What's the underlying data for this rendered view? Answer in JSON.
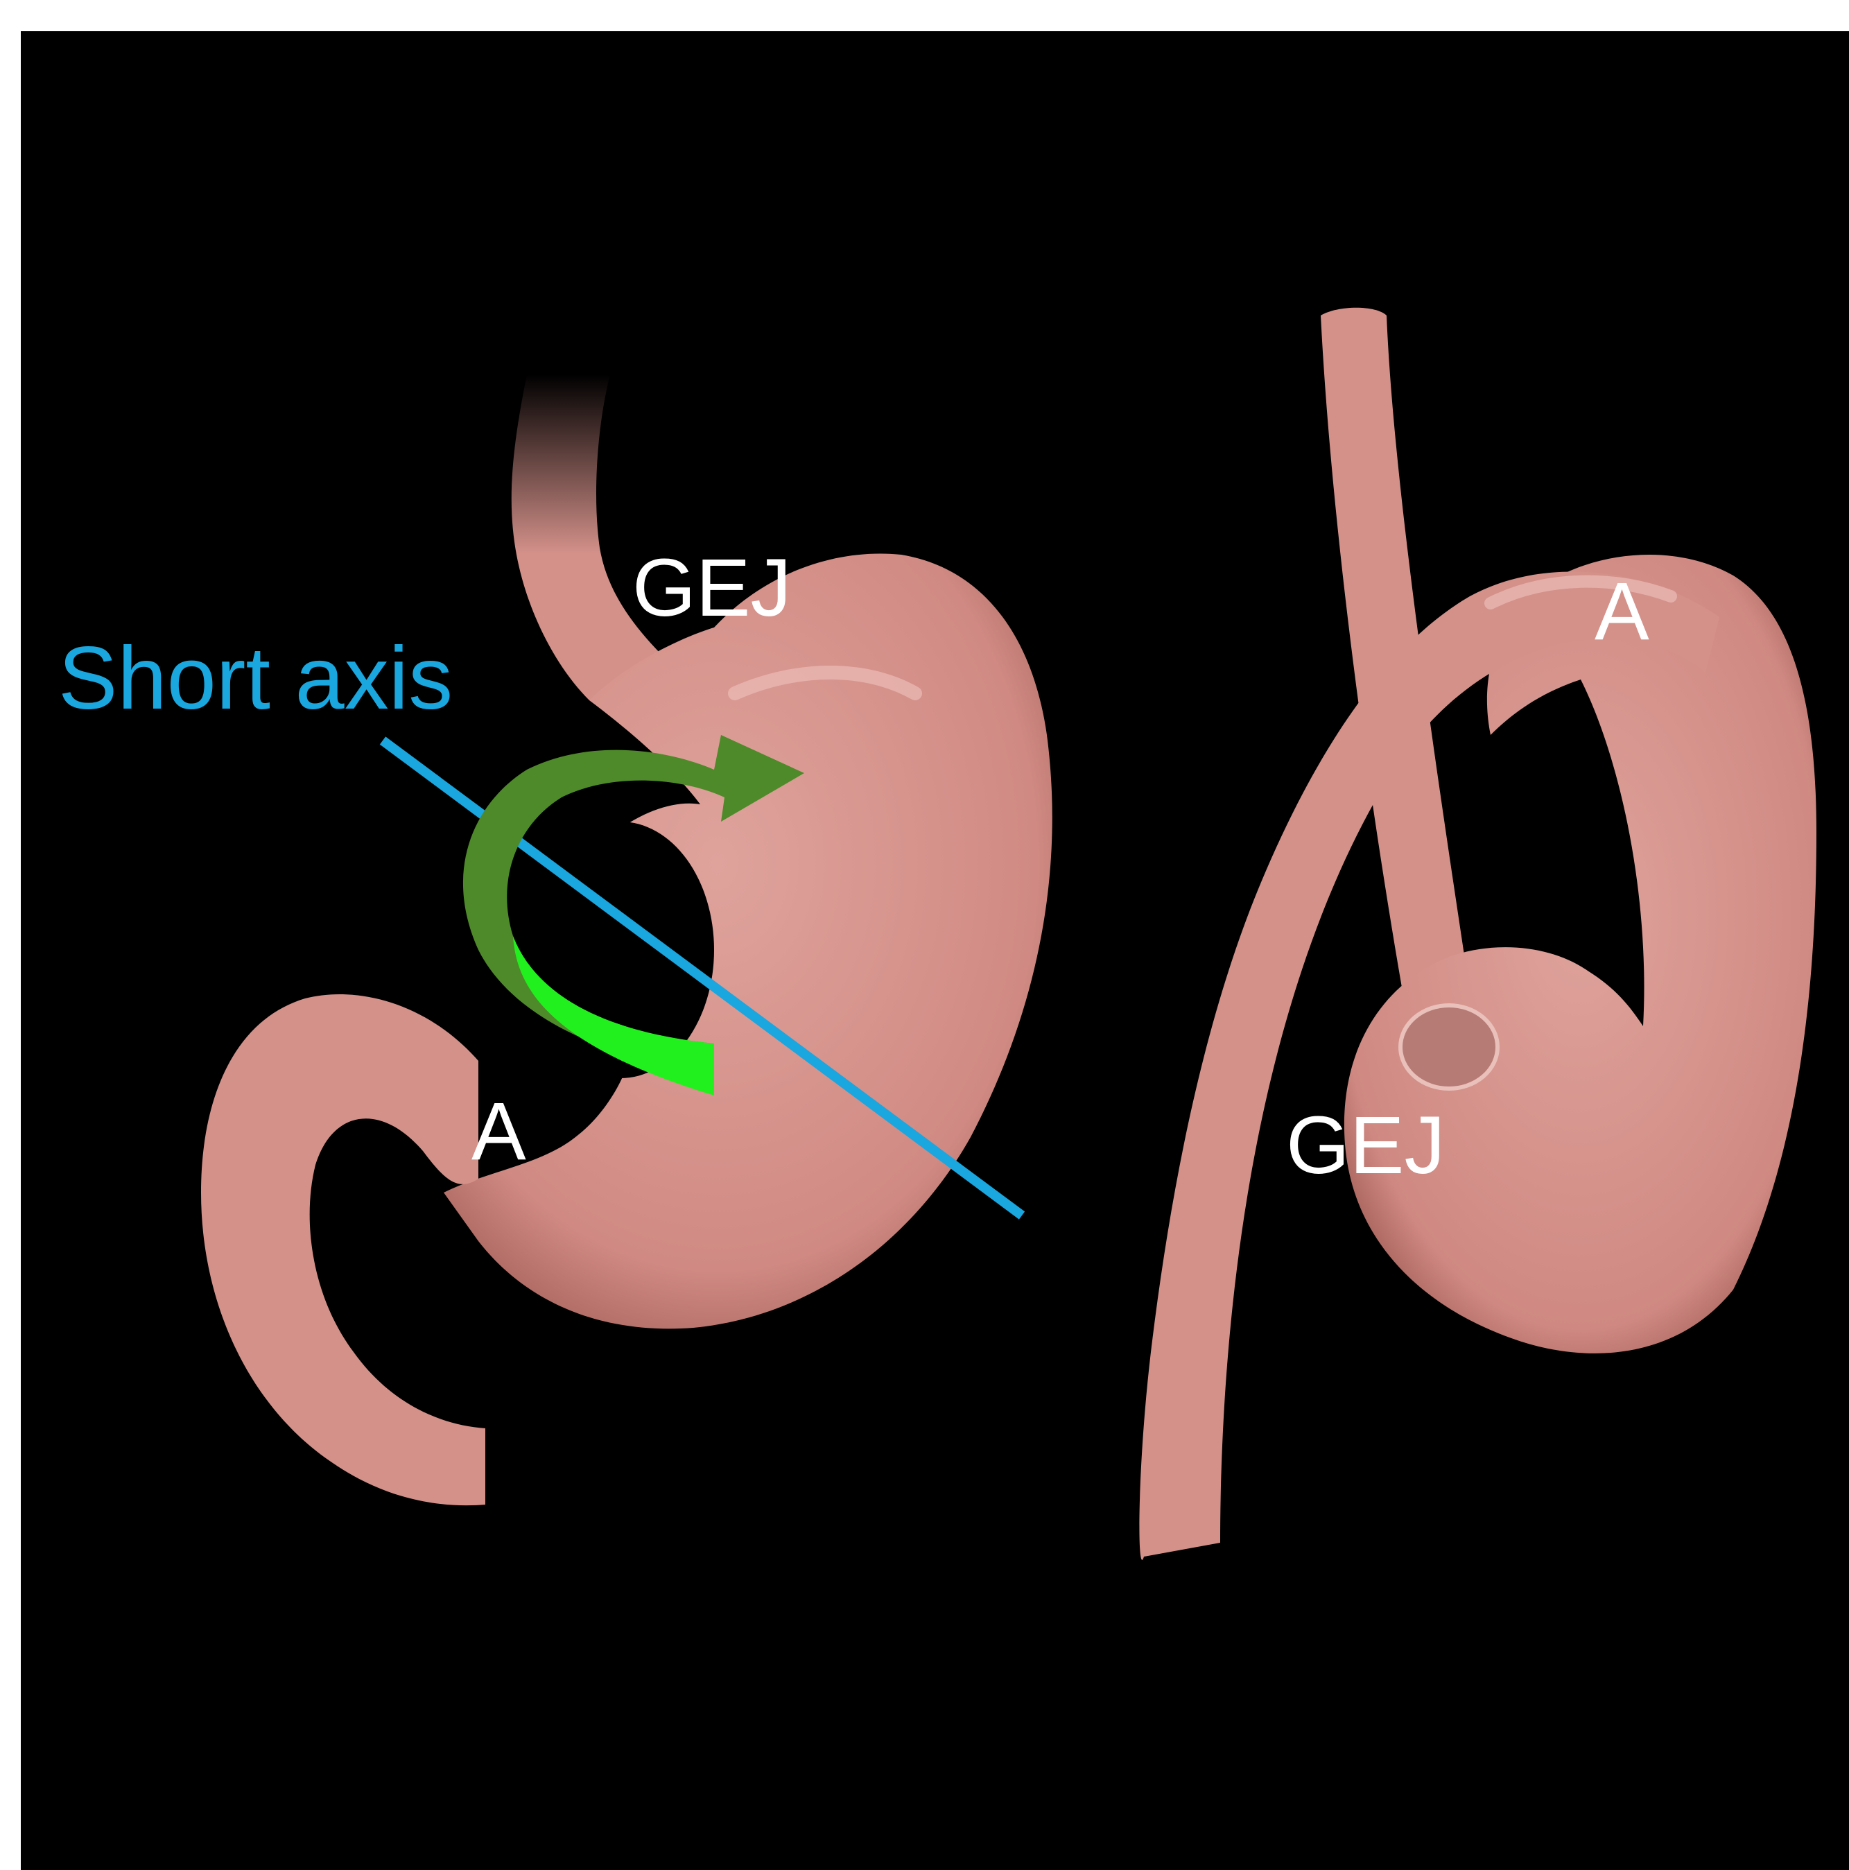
{
  "labels": {
    "short_axis": "Short axis",
    "gej_left": "GEJ",
    "antrum_left": "A",
    "antrum_right": "A",
    "gej_right": "GEJ"
  },
  "colors": {
    "background": "#000000",
    "frame": "#ffffff",
    "tissue": "#d4918a",
    "tissue_light": "#eab4ae",
    "tissue_dark": "#9a5550",
    "axis_line": "#1aa6df",
    "arrow_dark": "#4e8a2a",
    "arrow_light": "#22f01e",
    "label_text": "#ffffff"
  },
  "icons": {
    "rotation": "curved-arrow-icon"
  }
}
